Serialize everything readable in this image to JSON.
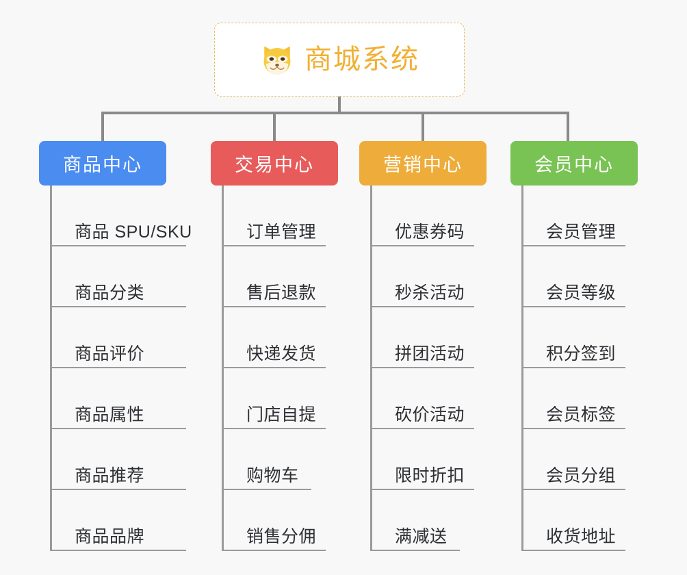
{
  "canvas": {
    "background": "#f8f8f8",
    "line_color": "#8a8a8a"
  },
  "root": {
    "title": "商城系统",
    "icon": "shiba-dog-face-icon",
    "text_color": "#f0b034",
    "border_color": "#eab963",
    "background": "#ffffff"
  },
  "branches": [
    {
      "label": "商品中心",
      "color": "#4a8cf0",
      "items": [
        "商品 SPU/SKU",
        "商品分类",
        "商品评价",
        "商品属性",
        "商品推荐",
        "商品品牌"
      ]
    },
    {
      "label": "交易中心",
      "color": "#e75b5b",
      "items": [
        "订单管理",
        "售后退款",
        "快递发货",
        "门店自提",
        "购物车",
        "销售分佣"
      ]
    },
    {
      "label": "营销中心",
      "color": "#eeac3b",
      "items": [
        "优惠券码",
        "秒杀活动",
        "拼团活动",
        "砍价活动",
        "限时折扣",
        "满减送"
      ]
    },
    {
      "label": "会员中心",
      "color": "#78c353",
      "items": [
        "会员管理",
        "会员等级",
        "积分签到",
        "会员标签",
        "会员分组",
        "收货地址"
      ]
    }
  ]
}
